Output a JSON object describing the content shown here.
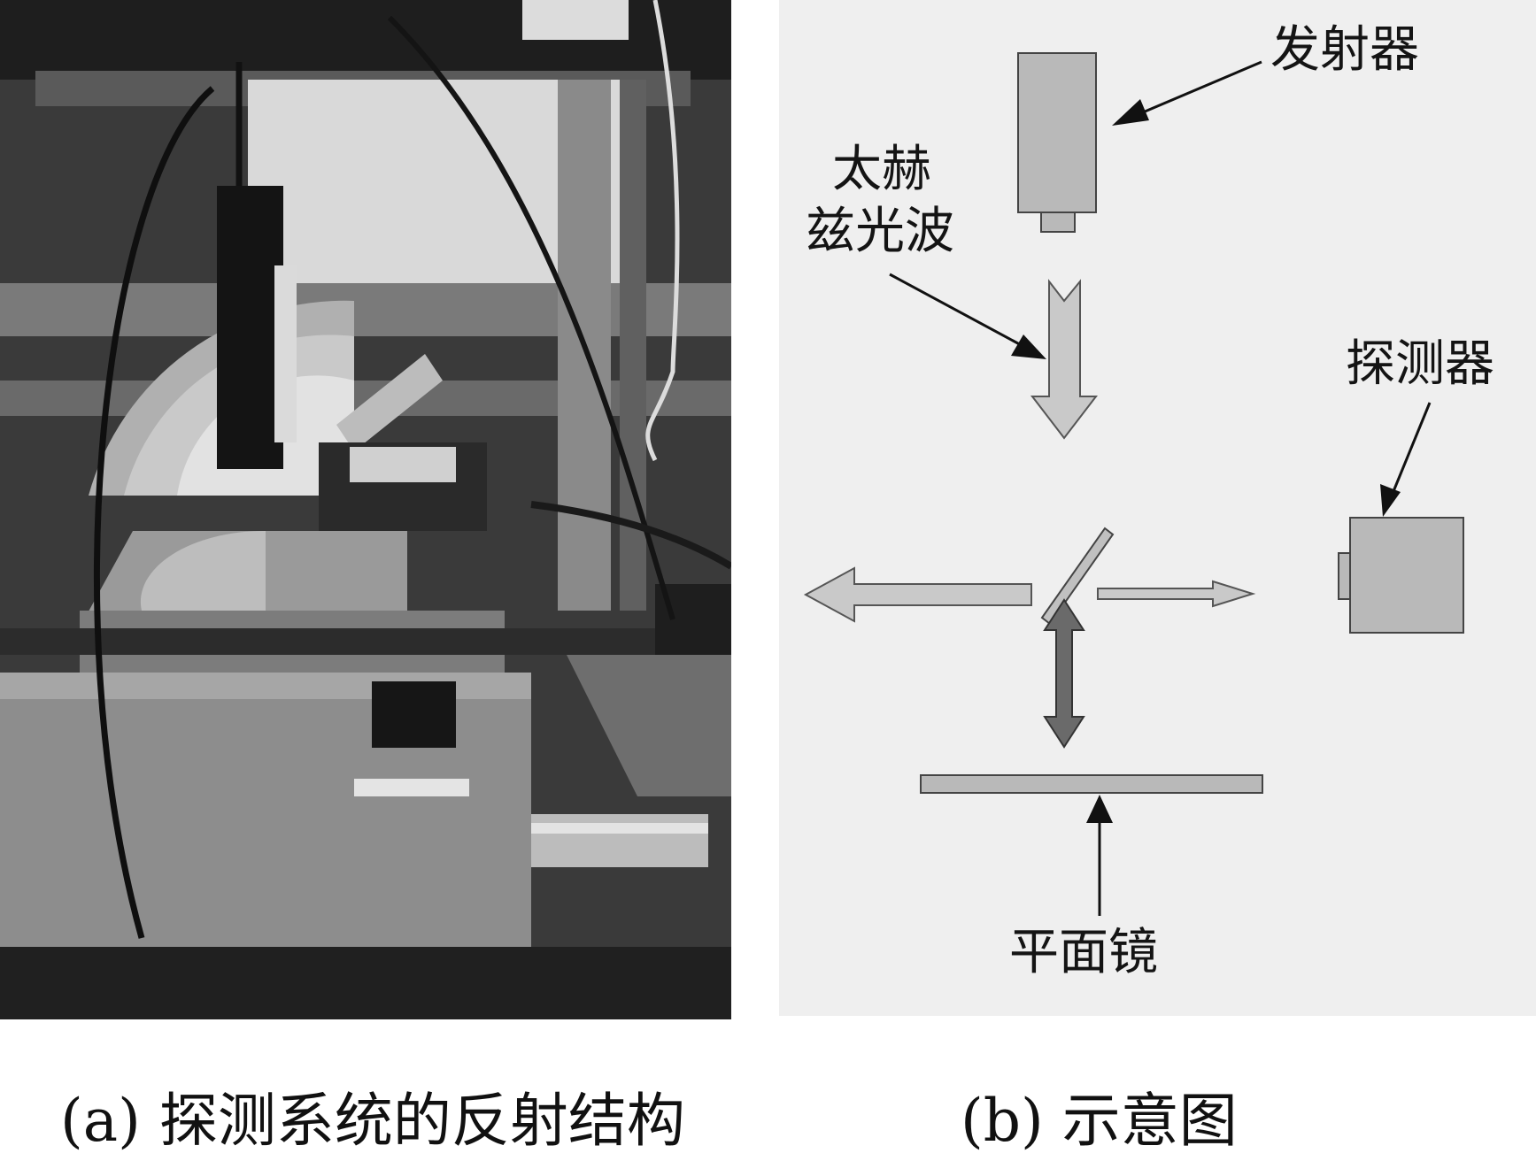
{
  "diagram": {
    "labels": {
      "emitter": "发射器",
      "thz_line1": "太赫",
      "thz_line2": "兹光波",
      "detector": "探测器",
      "mirror": "平面镜"
    },
    "colors": {
      "background": "#efefef",
      "component_fill": "#b9b9b9",
      "arrow_light": "#c9c9c9",
      "arrow_dark": "#6a6a6a",
      "outline": "#444444"
    }
  },
  "captions": {
    "a": "(a) 探测系统的反射结构",
    "b": "(b) 示意图"
  }
}
